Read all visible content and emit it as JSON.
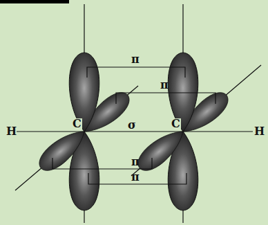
{
  "diagram": {
    "labels": [
      "π",
      "π",
      "H",
      "C",
      "σ",
      "C",
      "H",
      "π",
      "π"
    ]
  }
}
